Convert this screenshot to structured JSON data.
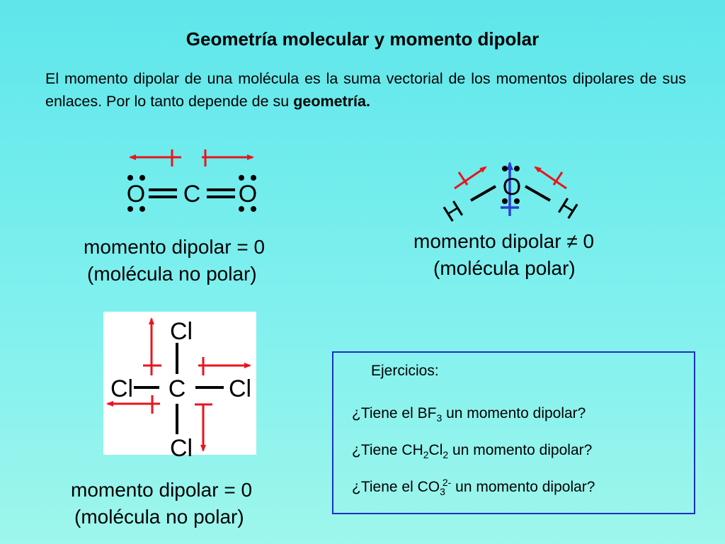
{
  "title": "Geometría molecular y momento dipolar",
  "intro": {
    "text": "El momento dipolar de una molécula es la suma vectorial de los momentos dipolares de sus enlaces.  Por lo tanto depende de su ",
    "bold": "geometría."
  },
  "molecules": {
    "co2": {
      "atoms": [
        "O",
        "C",
        "O"
      ],
      "caption_line1": "momento dipolar = 0",
      "caption_line2": "(molécula no polar)"
    },
    "h2o": {
      "atoms": [
        "H",
        "O",
        "H"
      ],
      "caption_line1": "momento dipolar ≠ 0",
      "caption_line2": "(molécula polar)"
    },
    "ccl4": {
      "atoms": [
        "Cl",
        "Cl",
        "C",
        "Cl",
        "Cl"
      ],
      "caption_line1": "momento dipolar = 0",
      "caption_line2": "(molécula no polar)"
    }
  },
  "colors": {
    "dipole_arrow": "#e8141e",
    "net_dipole": "#2a3fd6",
    "bond": "#000000",
    "box_border": "#1e2fbf"
  },
  "exercises": {
    "heading": "Ejercicios:",
    "q1": {
      "pre": "¿Tiene el BF",
      "sub": "3",
      "post": " un momento dipolar?"
    },
    "q2": {
      "pre": "¿Tiene CH",
      "sub1": "2",
      "mid": "Cl",
      "sub2": "2",
      "post": " un momento dipolar?"
    },
    "q3": {
      "pre": "¿Tiene el CO",
      "sub": "3",
      "sup": "2-",
      "post": " un momento dipolar?"
    }
  }
}
